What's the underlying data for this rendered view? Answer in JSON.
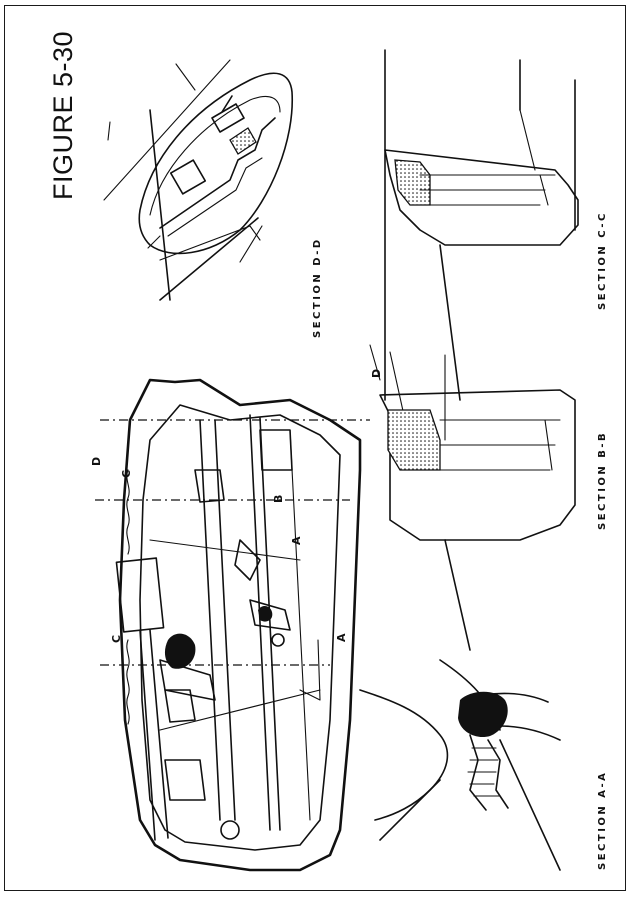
{
  "figure": {
    "title": "FIGURE 5-30"
  },
  "sections": {
    "aa": "SECTION A-A",
    "bb": "SECTION B-B",
    "cc": "SECTION C-C",
    "dd": "SECTION D-D"
  },
  "callouts": {
    "a_left": "A",
    "a_right": "A",
    "b": "B",
    "c_left": "C",
    "c_right": "C",
    "d_top": "D",
    "d_right": "D"
  }
}
